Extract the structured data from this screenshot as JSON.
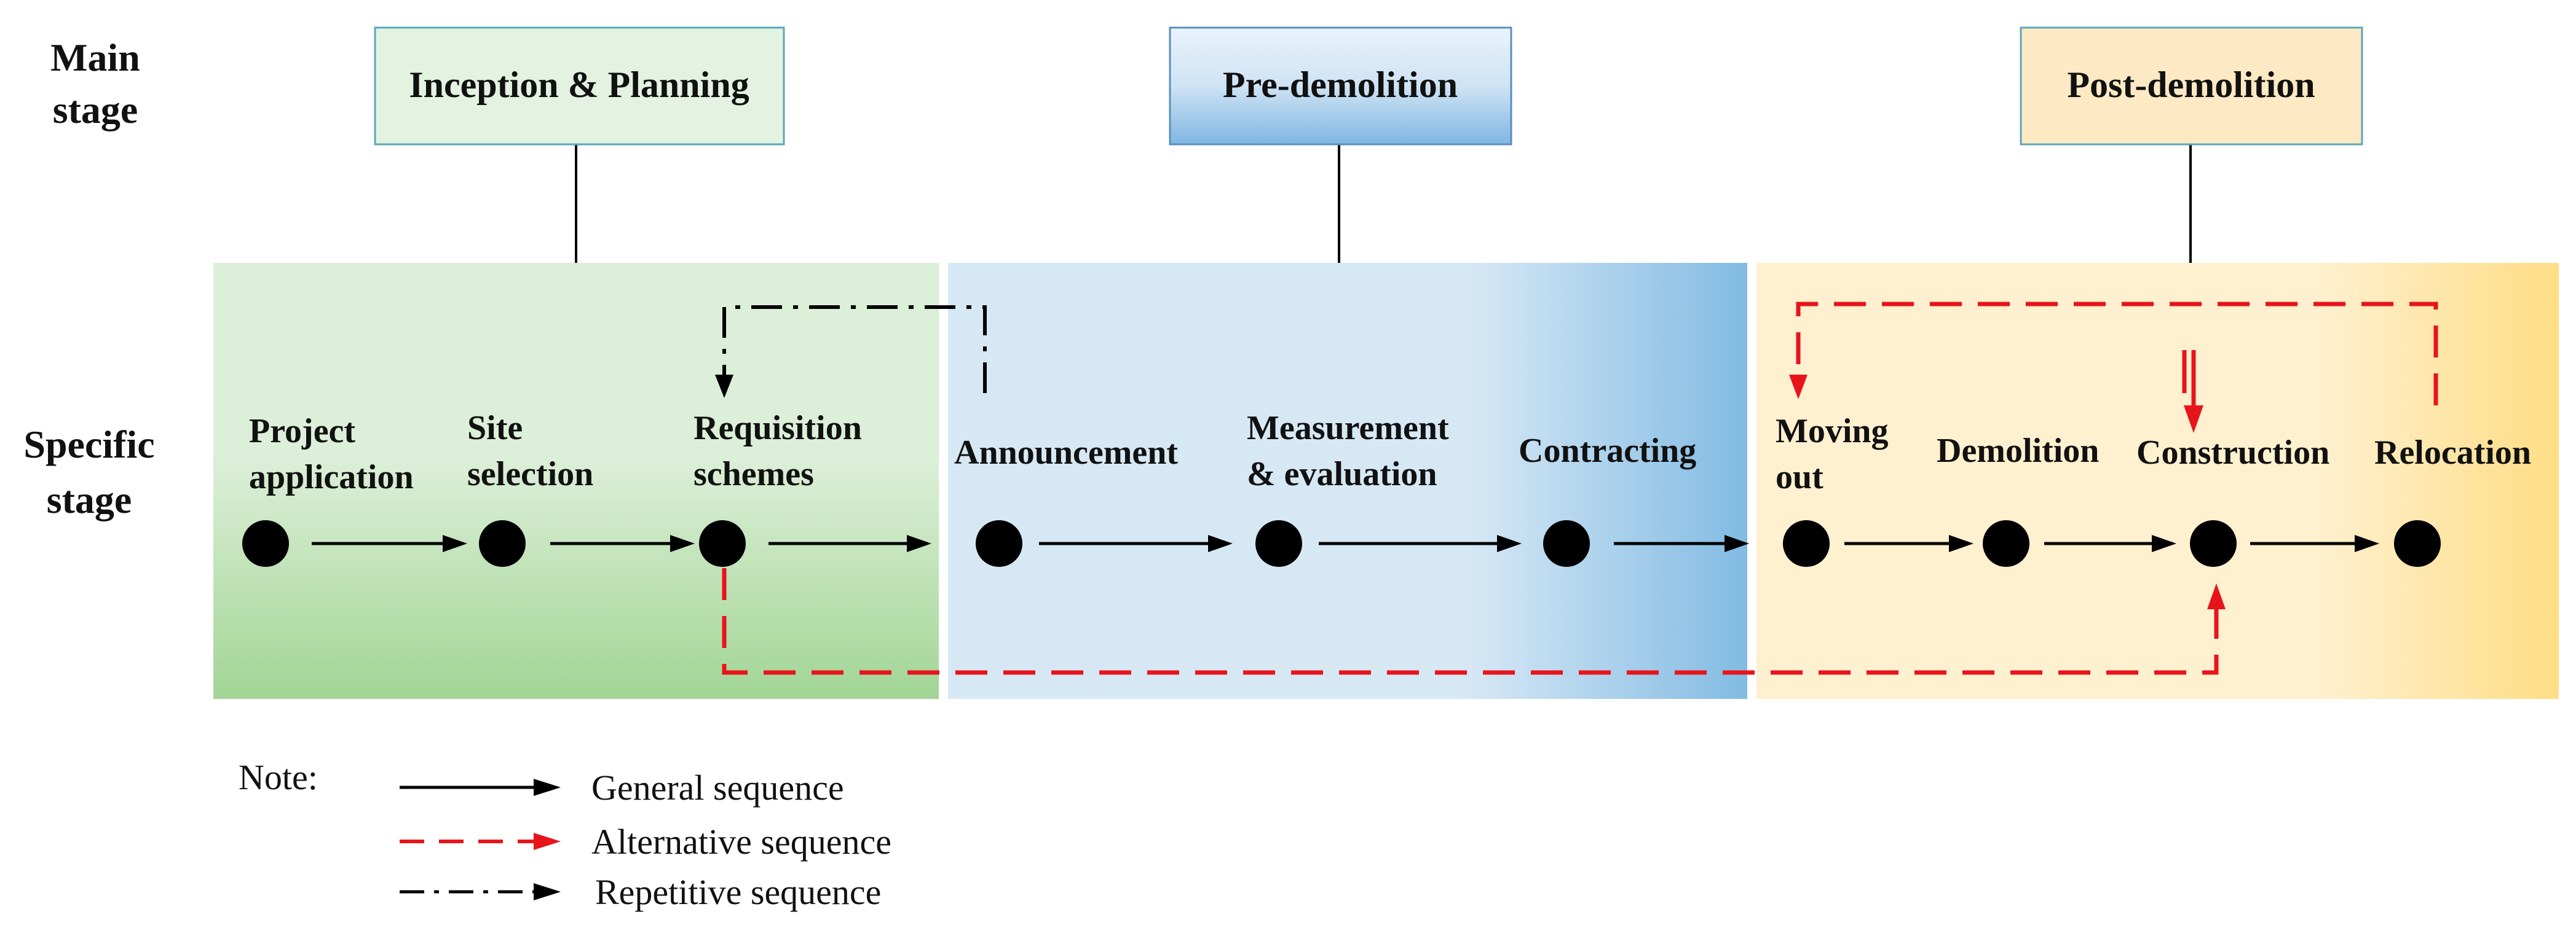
{
  "row_labels": {
    "main_stage": [
      "Main",
      "stage"
    ],
    "specific_stage": [
      "Specific",
      "stage"
    ]
  },
  "main_stages": [
    {
      "label": "Inception & Planning",
      "color": "#e3f2e1"
    },
    {
      "label": "Pre-demolition",
      "color": "#9cc6e8"
    },
    {
      "label": "Post-demolition",
      "color": "#fde9c4"
    }
  ],
  "nodes": [
    {
      "lines": [
        "Project",
        "application"
      ]
    },
    {
      "lines": [
        "Site",
        "selection"
      ]
    },
    {
      "lines": [
        "Requisition",
        "schemes"
      ]
    },
    {
      "lines": [
        "Announcement"
      ]
    },
    {
      "lines": [
        "Measurement",
        "& evaluation"
      ]
    },
    {
      "lines": [
        "Contracting"
      ]
    },
    {
      "lines": [
        "Moving",
        "out"
      ]
    },
    {
      "lines": [
        "Demolition"
      ]
    },
    {
      "lines": [
        "Construction"
      ]
    },
    {
      "lines": [
        "Relocation"
      ]
    }
  ],
  "legend": {
    "title": "Note:",
    "items": [
      {
        "label": "General sequence",
        "style": "solid",
        "color": "#000000"
      },
      {
        "label": "Alternative sequence",
        "style": "dashed",
        "color": "#e8141b"
      },
      {
        "label": "Repetitive sequence",
        "style": "dashdot",
        "color": "#000000"
      }
    ]
  },
  "colors": {
    "panel_green": "#a2d595",
    "panel_blue": "#82bbe3",
    "panel_yellow": "#fedd85",
    "alt_red": "#e8141b"
  }
}
